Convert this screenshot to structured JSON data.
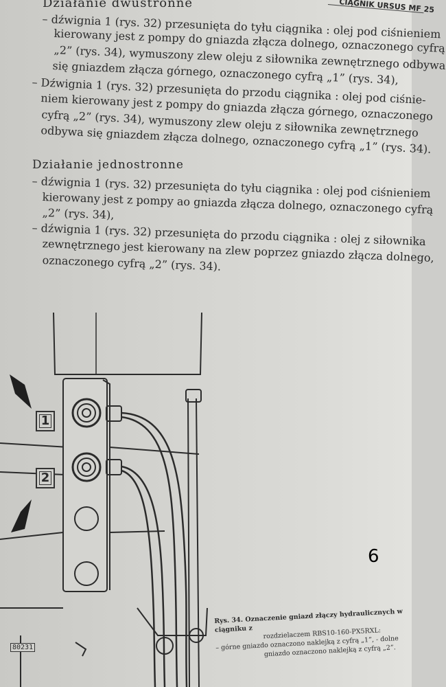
{
  "header": {
    "section_prev": "Działanie dwustronne",
    "running_head": "CIĄGNIK URSUS MF 25"
  },
  "double_acting": {
    "lines": [
      "– dźwignia 1 (rys. 32) przesunięta do tyłu ciągnika : olej pod ciśnieniem",
      "kierowany jest z pompy do gniazda złącza dolnego, oznaczonego cyfrą",
      "„2” (rys. 34), wymuszony zlew oleju z siłownika zewnętrznego odbywa",
      "się gniazdem złącza górnego, oznaczonego cyfrą „1” (rys. 34),",
      "– Dźwignia 1 (rys. 32) przesunięta do przodu ciągnika : olej pod ciśnie-",
      "niem kierowany jest z pompy do gniazda złącza górnego, oznaczonego",
      "cyfrą „2” (rys. 34), wymuszony zlew oleju z siłownika zewnętrznego",
      "odbywa się gniazdem złącza dolnego, oznaczonego cyfrą „1” (rys. 34)."
    ]
  },
  "single_acting": {
    "heading": "Działanie jednostronne",
    "lines": [
      "– dźwignia 1 (rys. 32) przesunięta do tyłu ciągnika : olej pod ciśnieniem",
      "kierowany jest z pompy ao gniazda złącza dolnego, oznaczonego cyfrą",
      "„2” (rys. 34),",
      "– dźwignia 1 (rys. 32) przesunięta do przodu ciągnika : olej z siłownika",
      "zewnętrznego jest kierowany na zlew poprzez gniazdo złącza dolnego,",
      "oznaczonego cyfrą „2” (rys. 34)."
    ]
  },
  "figure": {
    "marker_1": "1",
    "marker_2": "2",
    "stamp": "80231",
    "caption_title": "Rys. 34. Oznaczenie gniazd złączy hydraulicznych w ciągniku z",
    "caption_lines": [
      "rozdzielaczem RBS10-160-PX5RXL:",
      "– górne gniazdo oznaczono naklejką z cyfrą „1”, - dolne",
      "gniazdo oznaczono naklejką z cyfrą „2”."
    ]
  },
  "page_number": "6"
}
